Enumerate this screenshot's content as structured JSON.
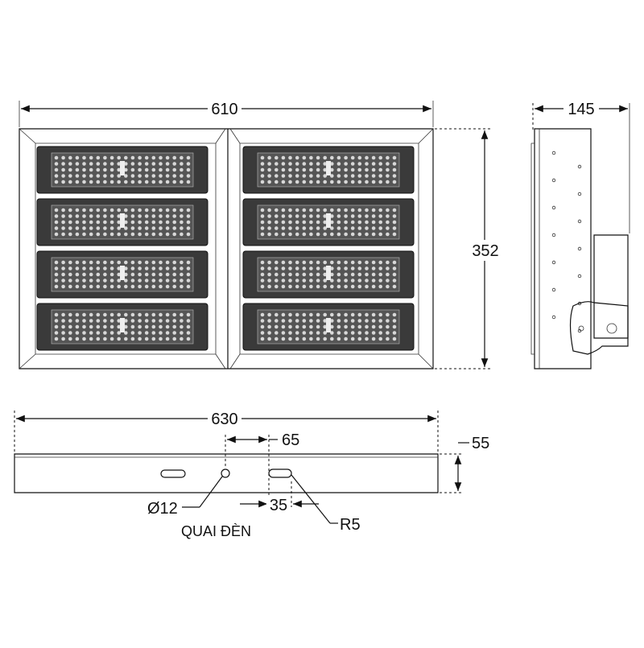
{
  "front_view": {
    "width_label": "610",
    "height_label": "352"
  },
  "side_view": {
    "depth_label": "145"
  },
  "bottom_view": {
    "length_label": "630",
    "offset_label": "65",
    "thickness_label": "55",
    "hole_diameter_label": "Ø12",
    "slot_width_label": "35",
    "slot_radius_label": "R5",
    "bracket_label": "QUAI ĐÈN"
  },
  "colors": {
    "line": "#111111",
    "module_fill": "#3a3a3a",
    "led_fill": "#d8d8d8"
  }
}
